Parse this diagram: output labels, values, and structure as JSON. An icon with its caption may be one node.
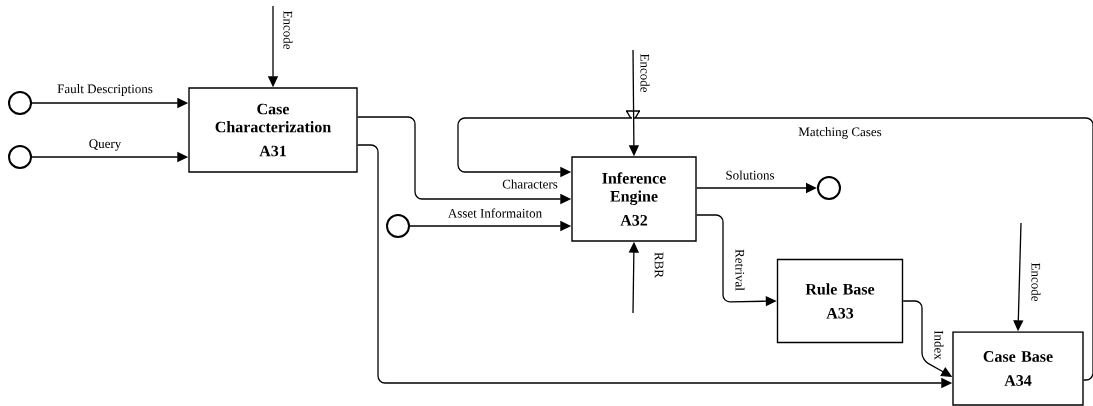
{
  "diagram": {
    "nodes": [
      {
        "text": [],
        "shape": "circle"
      },
      {
        "text": [],
        "shape": "circle"
      },
      {
        "text": [
          "Case Characterization",
          "A31"
        ]
      },
      {
        "text": [],
        "shape": "circle"
      },
      {
        "text": [
          "Inference Engine",
          "A32"
        ]
      },
      {
        "text": [],
        "shape": "circle"
      },
      {
        "text": [
          "Rule Base",
          "A33"
        ]
      },
      {
        "text": [
          "Case Base",
          "A34"
        ]
      }
    ],
    "edges": [
      {
        "from": 0,
        "to": 2,
        "arrow": "to",
        "label": "Fault Descriptions"
      },
      {
        "from": 1,
        "to": 2,
        "arrow": "to",
        "label": "Query"
      },
      {
        "from": null,
        "to": 2,
        "arrow": "to",
        "label": "Encode"
      },
      {
        "from": 2,
        "to": 4,
        "arrow": "to",
        "label": "Characters"
      },
      {
        "from": 2,
        "to": 7,
        "arrow": "to"
      },
      {
        "from": 3,
        "to": 4,
        "arrow": "to",
        "label": "Asset Informaiton"
      },
      {
        "from": null,
        "to": 4,
        "arrow": "to",
        "label": "Encode"
      },
      {
        "from": 7,
        "to": 4,
        "arrow": "to",
        "label": "Matching Cases"
      },
      {
        "from": 4,
        "to": 5,
        "arrow": "to",
        "label": "Solutions"
      },
      {
        "from": null,
        "to": 4,
        "arrow": "to",
        "label": "RBR"
      },
      {
        "from": 4,
        "to": 6,
        "arrow": "to",
        "label": "Retrival"
      },
      {
        "from": 6,
        "to": 7,
        "arrow": "to",
        "label": "Index"
      },
      {
        "from": null,
        "to": 7,
        "arrow": "to",
        "label": "Encode"
      }
    ]
  }
}
